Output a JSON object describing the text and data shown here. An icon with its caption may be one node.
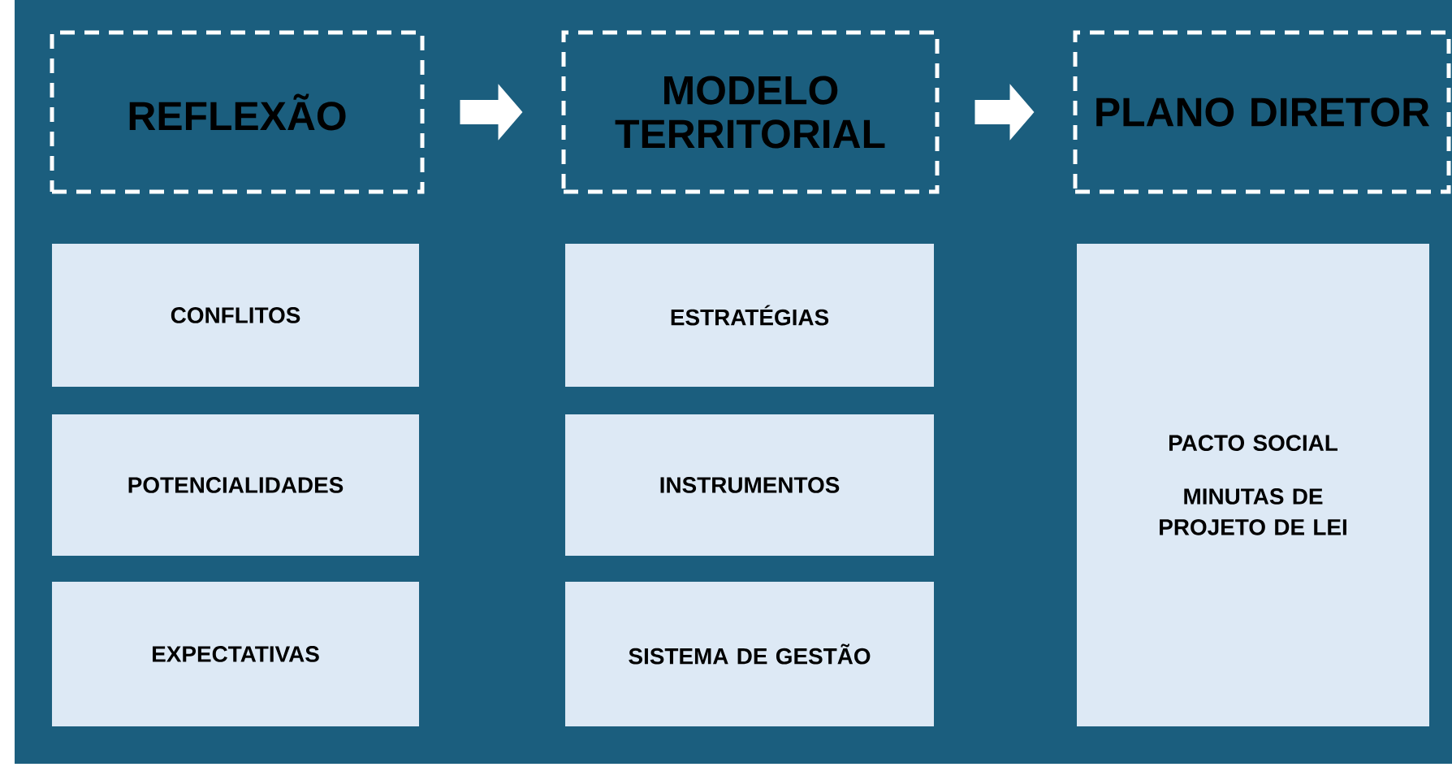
{
  "diagram": {
    "nodes": [
      {
        "text": [
          "REFLEXÃO"
        ]
      },
      {
        "text": [
          "MODELO TERRITORIAL"
        ]
      },
      {
        "text": [
          "PLANO DIRETOR"
        ]
      },
      {
        "text": [
          "CONFLITOS"
        ]
      },
      {
        "text": [
          "POTENCIALIDADES"
        ]
      },
      {
        "text": [
          "EXPECTATIVAS"
        ]
      },
      {
        "text": [
          "ESTRATÉGIAS"
        ]
      },
      {
        "text": [
          "INSTRUMENTOS"
        ]
      },
      {
        "text": [
          "SISTEMA DE GESTÃO"
        ]
      },
      {
        "text": [
          "PACTO SOCIAL",
          "MINUTAS DE PROJETO DE LEI"
        ]
      }
    ],
    "edges": [
      {
        "from": 0,
        "to": 1,
        "arrow": "to"
      },
      {
        "from": 1,
        "to": 2,
        "arrow": "to"
      }
    ]
  }
}
